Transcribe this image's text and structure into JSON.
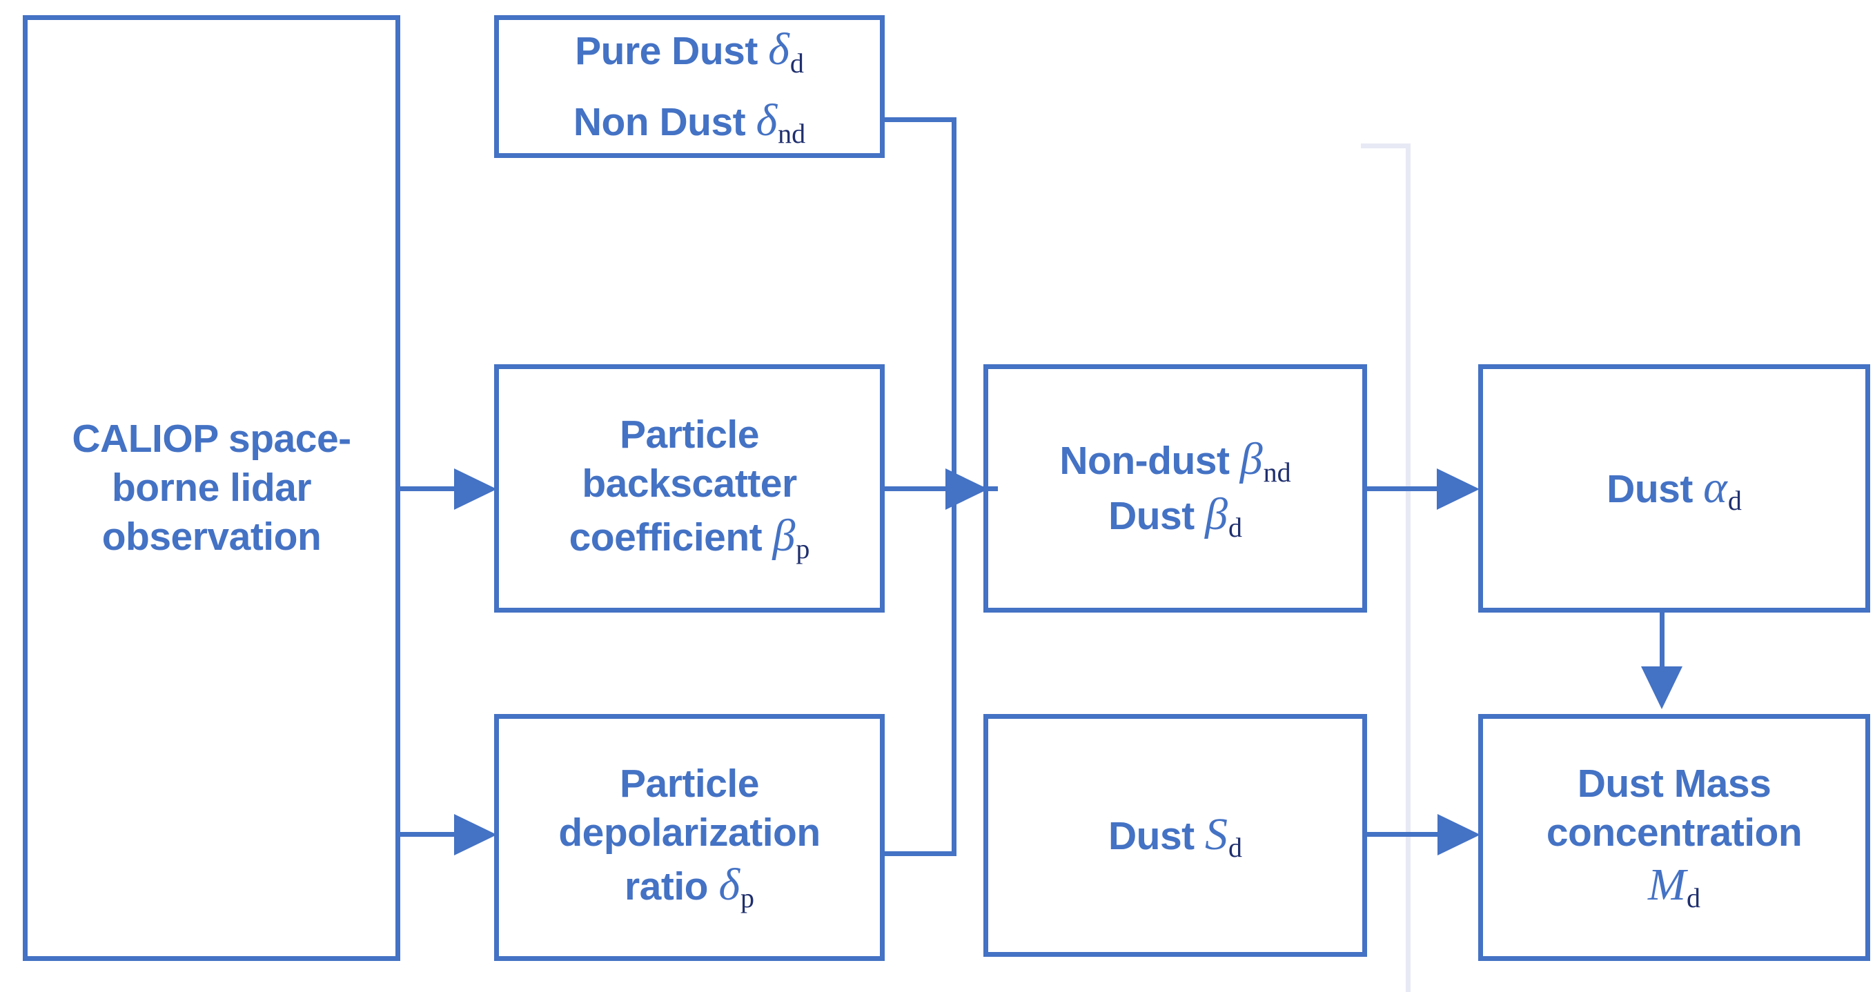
{
  "diagram": {
    "title": "CALIOP space-borne lidar dust retrieval flowchart",
    "colors": {
      "box_border": "#4472C4",
      "text": "#4472C4",
      "subscript": "#1F2F6E",
      "connector": "#4472C4",
      "ghost_guide": "#E7EAF4",
      "background": "#FFFFFF"
    },
    "nodes": {
      "caliop": {
        "text": "CALIOP space-\nborne lidar\nobservation"
      },
      "pure_nondust_depol": {
        "line1_text": "Pure Dust ",
        "line1_symbol": "δ",
        "line1_subscript": "d",
        "line2_text": "Non Dust ",
        "line2_symbol": "δ",
        "line2_subscript": "nd"
      },
      "particle_backscatter": {
        "text": "Particle\nbackscatter\ncoefficient ",
        "symbol": "β",
        "subscript": "p"
      },
      "particle_depolarization": {
        "text": "Particle\ndepolarization\nratio ",
        "symbol": "δ",
        "subscript": "p"
      },
      "nondust_dust_beta": {
        "line1_text": "Non-dust ",
        "line1_symbol": "β",
        "line1_subscript": "nd",
        "line2_text": "Dust ",
        "line2_symbol": "β",
        "line2_subscript": "d"
      },
      "dust_alpha": {
        "text": "Dust ",
        "symbol": "α",
        "subscript": "d"
      },
      "dust_lidar_ratio": {
        "text": "Dust ",
        "symbol": "S",
        "subscript": "d"
      },
      "dust_mass_concentration": {
        "text": "Dust Mass\nconcentration\n",
        "symbol": "M",
        "subscript": "d"
      }
    },
    "connectors": [
      {
        "name": "caliop-to-backscatter",
        "kind": "arrow-right"
      },
      {
        "name": "caliop-to-depolarization",
        "kind": "arrow-right"
      },
      {
        "name": "depol-bracket-to-nondust-dust",
        "kind": "bracket-arrow-right"
      },
      {
        "name": "backscatter-to-nondust-dust",
        "kind": "arrow-right"
      },
      {
        "name": "nondust-dust-to-dust-alpha",
        "kind": "arrow-right"
      },
      {
        "name": "dust-alpha-to-mass-concentration",
        "kind": "arrow-down"
      },
      {
        "name": "dust-lidar-ratio-to-mass-concentration",
        "kind": "arrow-right"
      }
    ]
  }
}
